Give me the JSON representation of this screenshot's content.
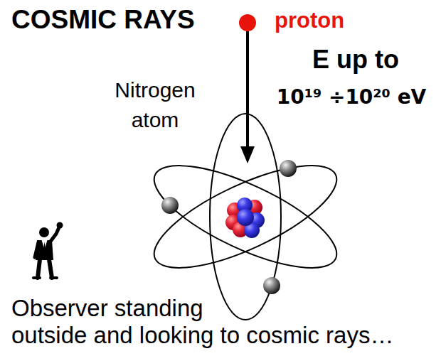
{
  "diagram": {
    "title": "COSMIC RAYS",
    "labels": [
      "proton",
      "E up to",
      "10¹⁹ ÷10²⁰ eV",
      "Nitrogen atom",
      "Observer standing outside and looking to cosmic rays…"
    ]
  }
}
